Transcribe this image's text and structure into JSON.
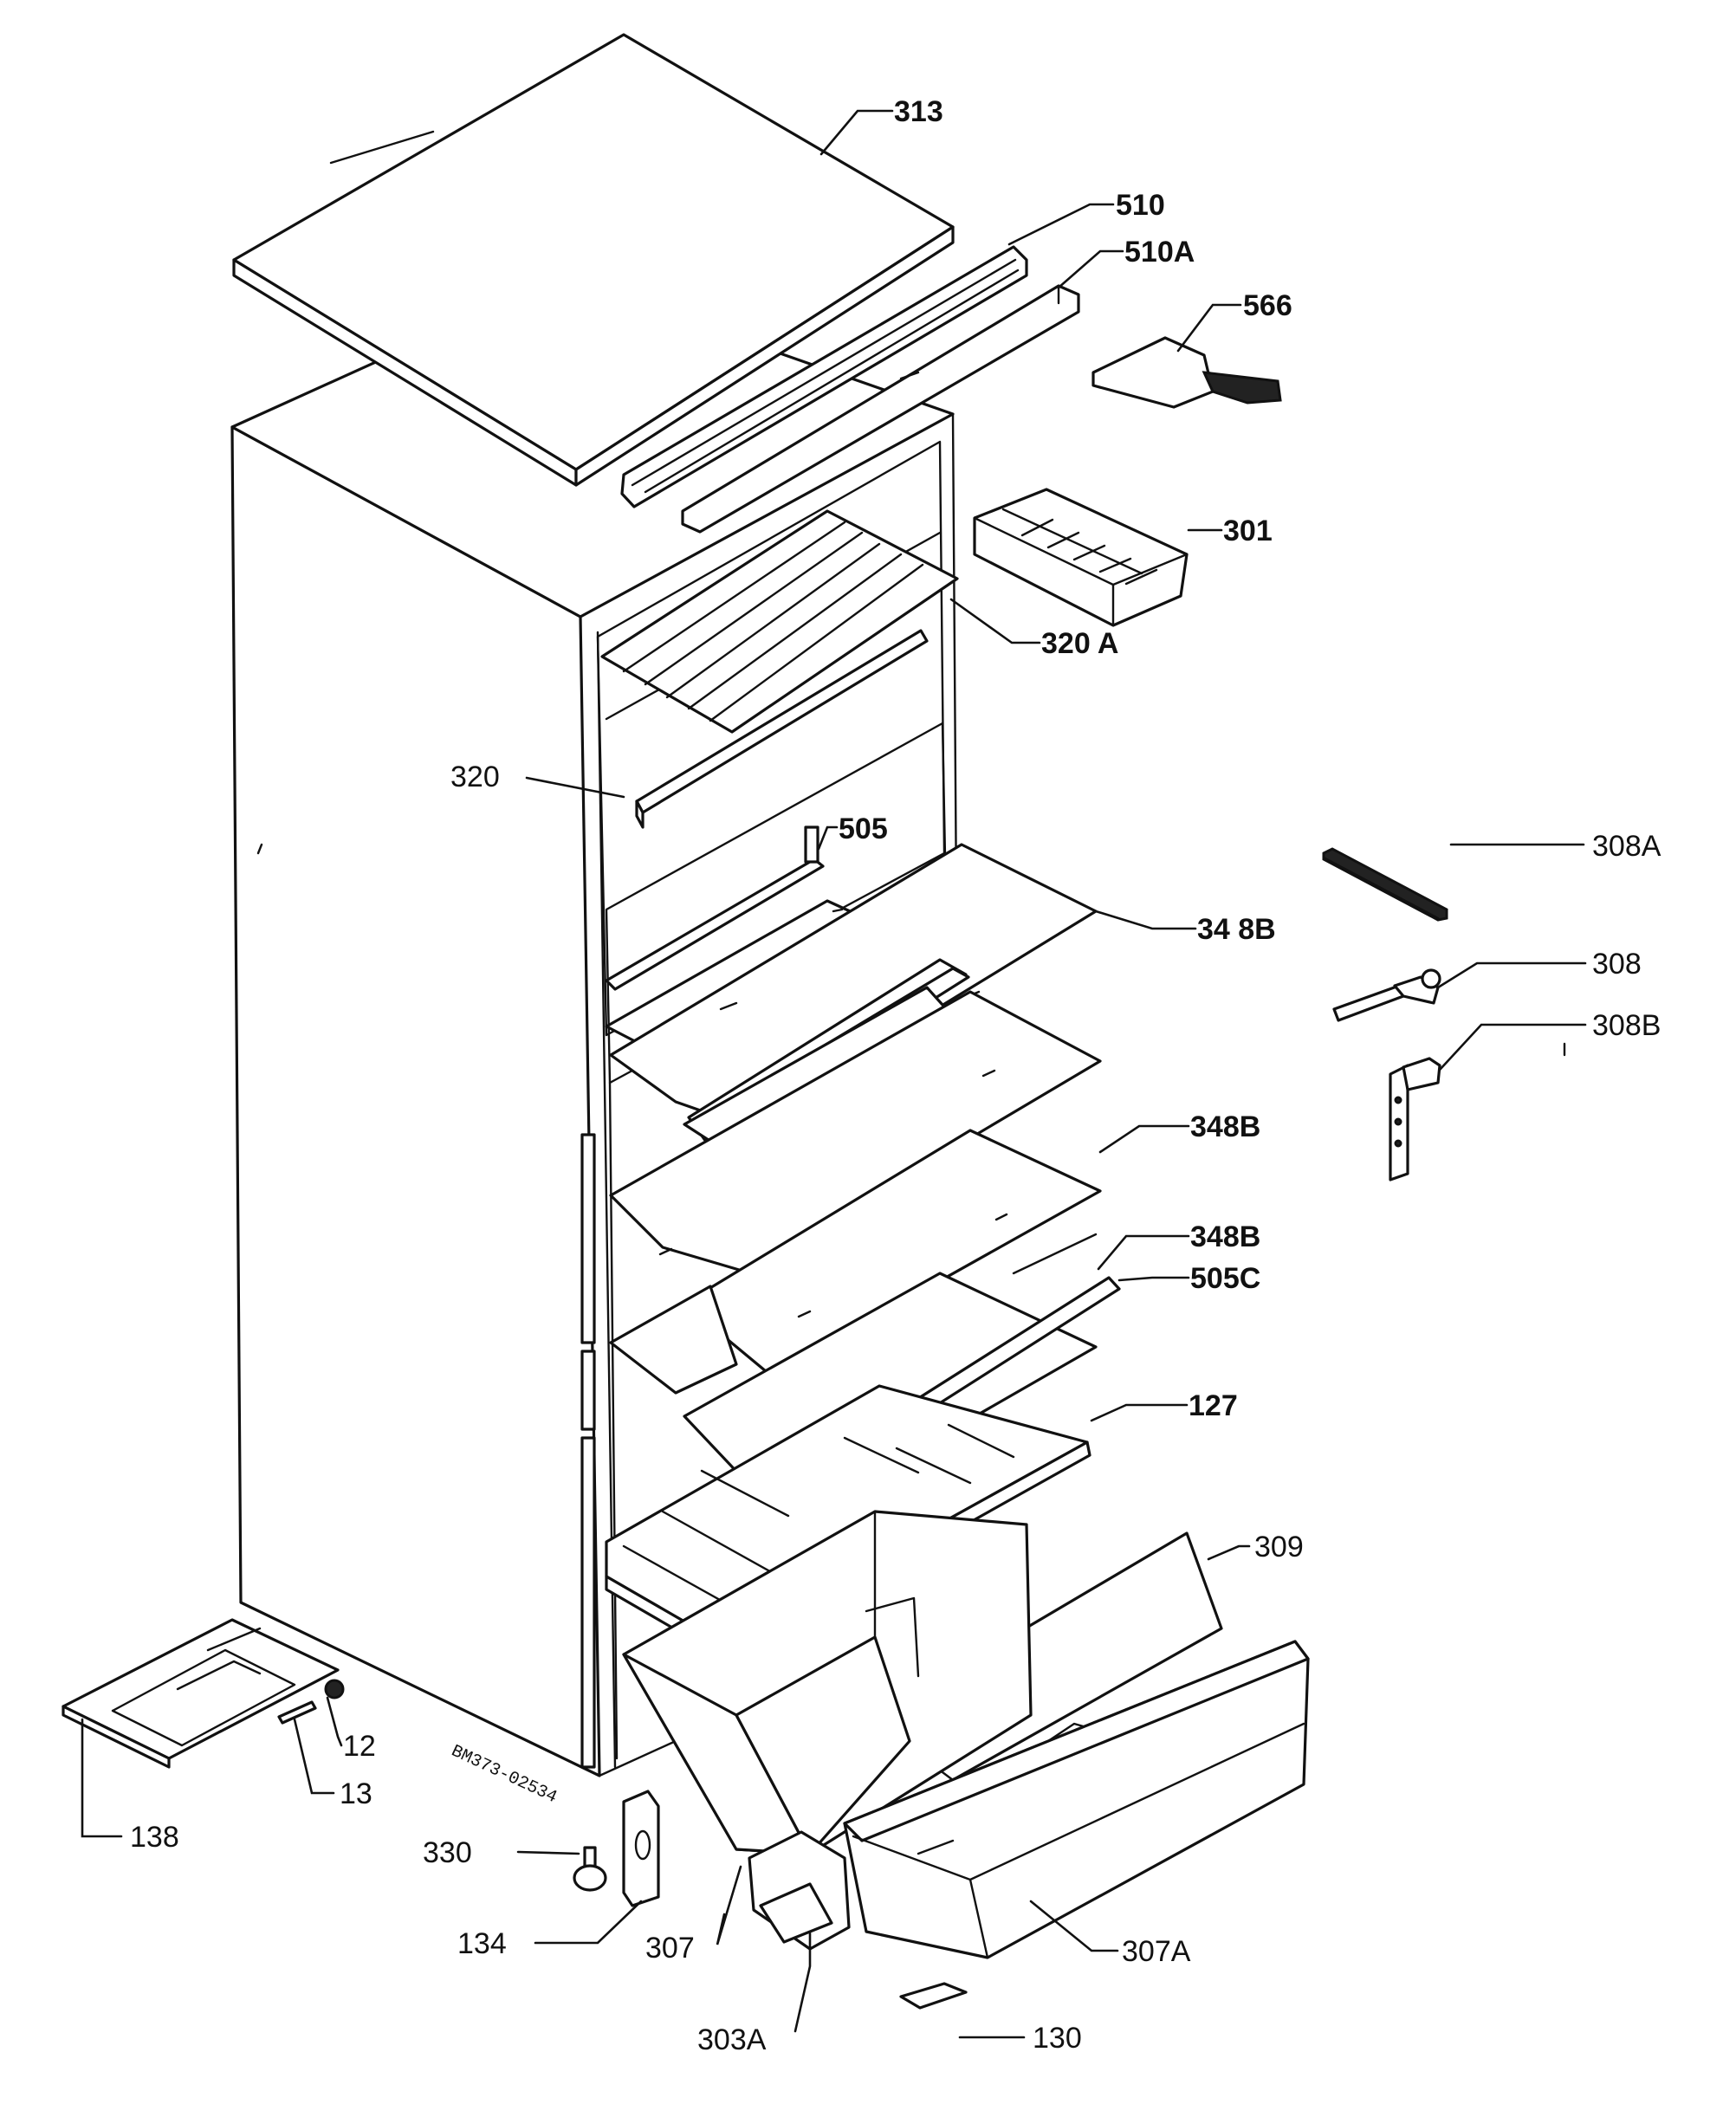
{
  "labels": {
    "l313": "313",
    "l510": "510",
    "l510a": "510A",
    "l566": "566",
    "l301": "301",
    "l320a": "320 A",
    "l320": "320",
    "l505": "505",
    "l308a": "308A",
    "l348b_1": "34 8B",
    "l308": "308",
    "l308b": "308B",
    "l348b_2": "348B",
    "l348b_3": "348B",
    "l505c": "505C",
    "l127": "127",
    "l309": "309",
    "l12": "12",
    "l13": "13",
    "l138": "138",
    "l330": "330",
    "l134": "134",
    "l307": "307",
    "l307a": "307A",
    "l303a": "303A",
    "l130": "130"
  },
  "drawing_code": "BM373-02534",
  "colors": {
    "ink": "#111111",
    "paper": "#ffffff"
  }
}
